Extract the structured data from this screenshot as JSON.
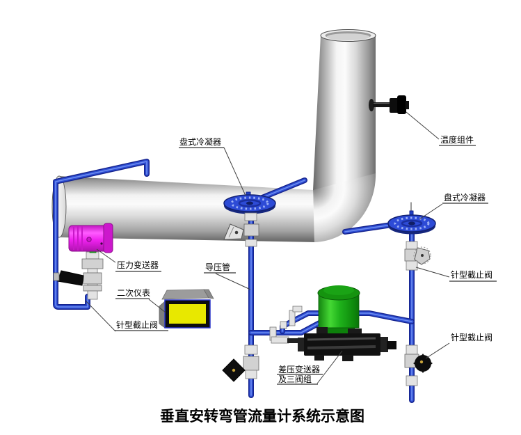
{
  "diagram": {
    "title": "垂直安转弯管流量计系统示意图",
    "labels": {
      "disc_condenser_left": "盘式冷凝器",
      "temperature_element": "温度组件",
      "disc_condenser_right": "盘式冷凝器",
      "pressure_transmitter": "压力变送器",
      "impulse_pipe": "导压管",
      "secondary_instrument": "二次仪表",
      "needle_valve_left": "针型截止阀",
      "needle_valve_right_upper": "针型截止阀",
      "needle_valve_right_lower": "针型截止阀",
      "dp_transmitter_line1": "差压变送器",
      "dp_transmitter_line2": "及三阀组"
    },
    "colors": {
      "impulse_pipe_blue": "#2e4fd4",
      "pressure_transmitter_magenta": "#ee22ee",
      "dp_transmitter_green": "#1fb31b",
      "secondary_instrument_yellow": "#e8e800",
      "manifold_black": "#111111",
      "pipe_gray_highlight": "#fbfbfb"
    }
  }
}
